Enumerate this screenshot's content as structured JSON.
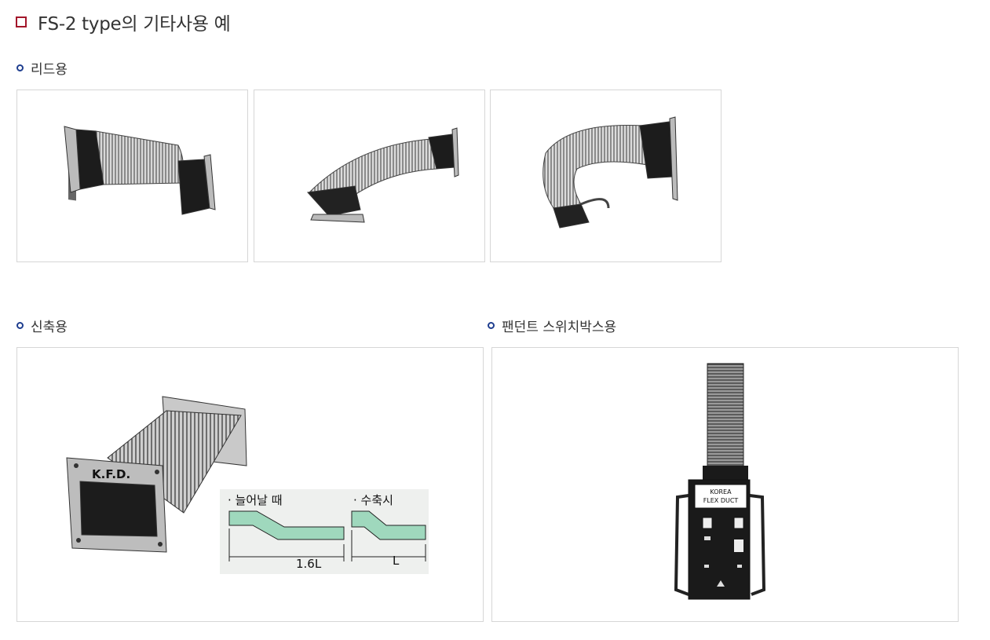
{
  "page_title": "FS-2 type의 기타사용 예",
  "sections": {
    "lead": {
      "label": "리드용"
    },
    "stretch": {
      "label": "신축용"
    },
    "pendant": {
      "label": "팬던트 스위치박스용"
    }
  },
  "figures": {
    "kfd_label": "K.F.D.",
    "extend_caption": "· 늘어날  때",
    "shrink_caption": "· 수축시",
    "extend_length": "1.6L",
    "shrink_length": "L",
    "box_label_line1": "KOREA",
    "box_label_line2": "FLEX DUCT"
  },
  "colors": {
    "title_marker": "#a3162a",
    "bullet": "#1f3e8f",
    "duct_fill": "#9fd8bd"
  }
}
